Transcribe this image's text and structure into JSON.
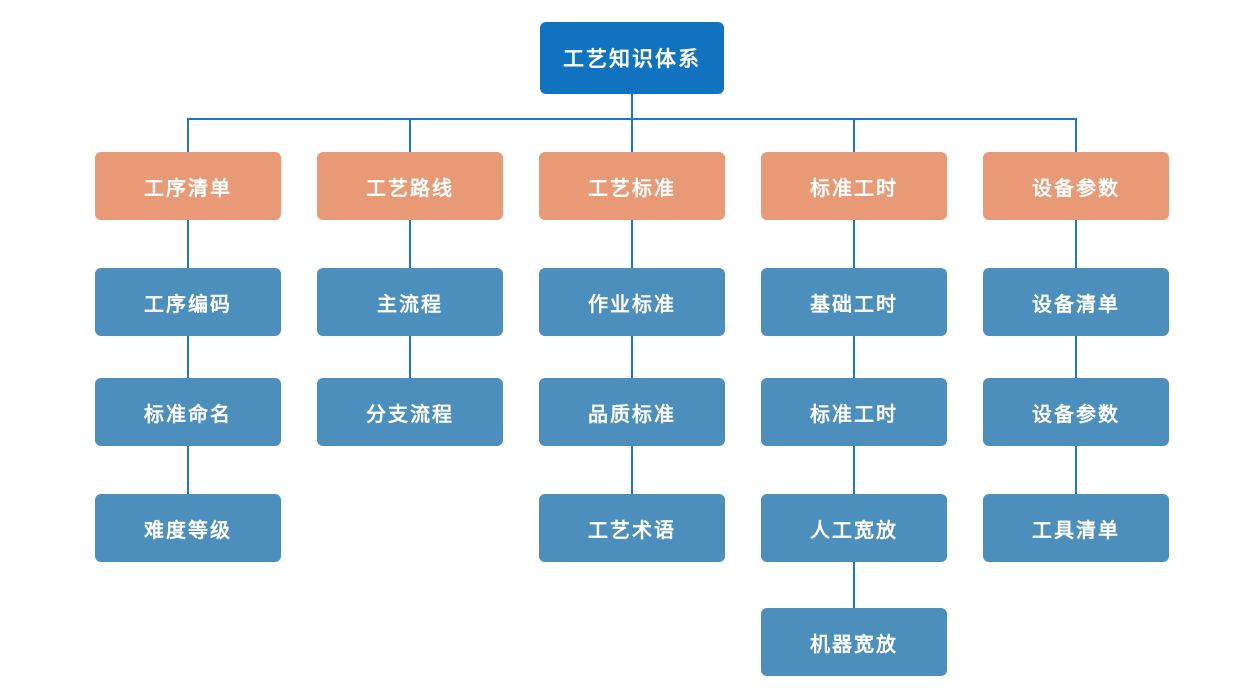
{
  "root": {
    "label": "工艺知识体系"
  },
  "columns": [
    {
      "header": "工序清单",
      "children": [
        "工序编码",
        "标准命名",
        "难度等级"
      ]
    },
    {
      "header": "工艺路线",
      "children": [
        "主流程",
        "分支流程"
      ]
    },
    {
      "header": "工艺标准",
      "children": [
        "作业标准",
        "品质标准",
        "工艺术语"
      ]
    },
    {
      "header": "标准工时",
      "children": [
        "基础工时",
        "标准工时",
        "人工宽放",
        "机器宽放"
      ]
    },
    {
      "header": "设备参数",
      "children": [
        "设备清单",
        "设备参数",
        "工具清单"
      ]
    }
  ],
  "colors": {
    "root_node": "#1173bf",
    "branch_header": "#e89a76",
    "child_node": "#4c8fbc",
    "connector": "#1e78c0",
    "background": "#ffffff",
    "text": "#ffffff"
  }
}
